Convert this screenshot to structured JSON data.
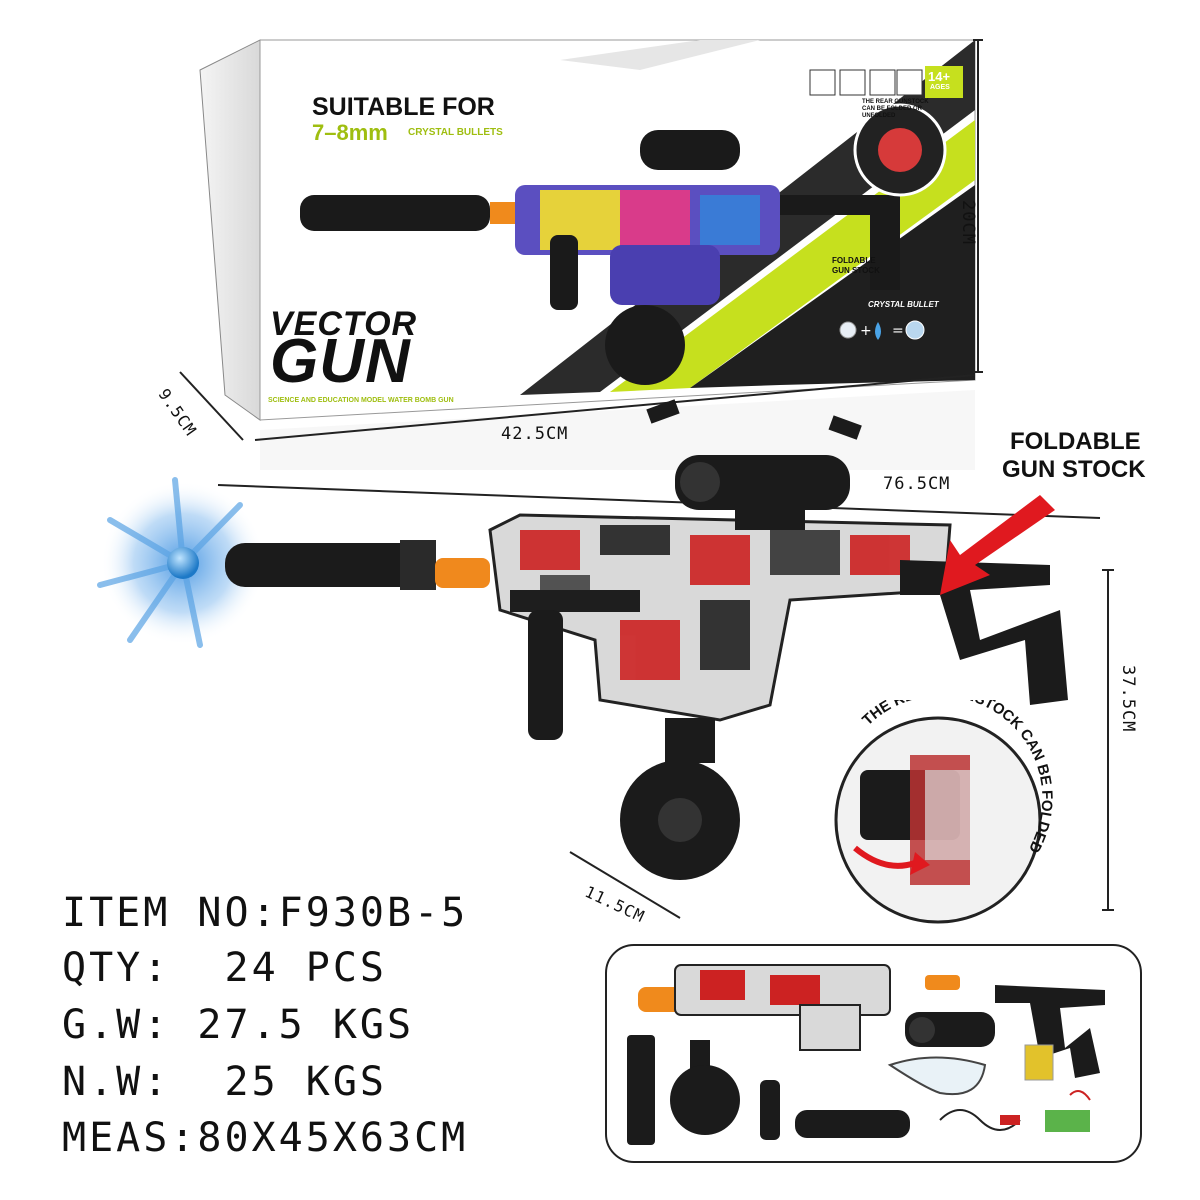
{
  "box": {
    "suitable_line1": "SUITABLE FOR",
    "suitable_line2": "7–8mm",
    "suitable_line2_suffix": "CRYSTAL BULLETS",
    "age_badge_top": "14+",
    "age_badge_bottom": "AGES",
    "brand_line1": "VECTOR",
    "brand_line2": "GUN",
    "callout_small": "FOLDABLE GUN STOCK",
    "rear_note_small": "THE REAR GUNSTOCK CAN BE FOLDED OR UNFOLDED",
    "crystal_bullet_label": "CRYSTAL BULLET",
    "bottom_stripe_text": "SCIENCE AND EDUCATION MODEL WATER BOMB GUN"
  },
  "dimensions": {
    "box_height": "20CM",
    "box_depth": "9.5CM",
    "box_length": "42.5CM",
    "gun_length": "76.5CM",
    "gun_height": "37.5CM",
    "gun_width": "11.5CM"
  },
  "callouts": {
    "foldable_line1": "FOLDABLE",
    "foldable_line2": "GUN STOCK",
    "rear_gunstock": "THE REAR GUNSTOCK CAN BE FOLDED OR UNFOLDED."
  },
  "specs": {
    "item_no": "ITEM NO:F930B-5",
    "qty": "QTY:  24 PCS",
    "gw": "G.W: 27.5 KGS",
    "nw": "N.W:  25 KGS",
    "meas": "MEAS:80X45X63CM"
  },
  "colors": {
    "accent_green": "#c6e01e",
    "callout_red": "#e0191f",
    "gel_blue": "#2f8fd6"
  }
}
